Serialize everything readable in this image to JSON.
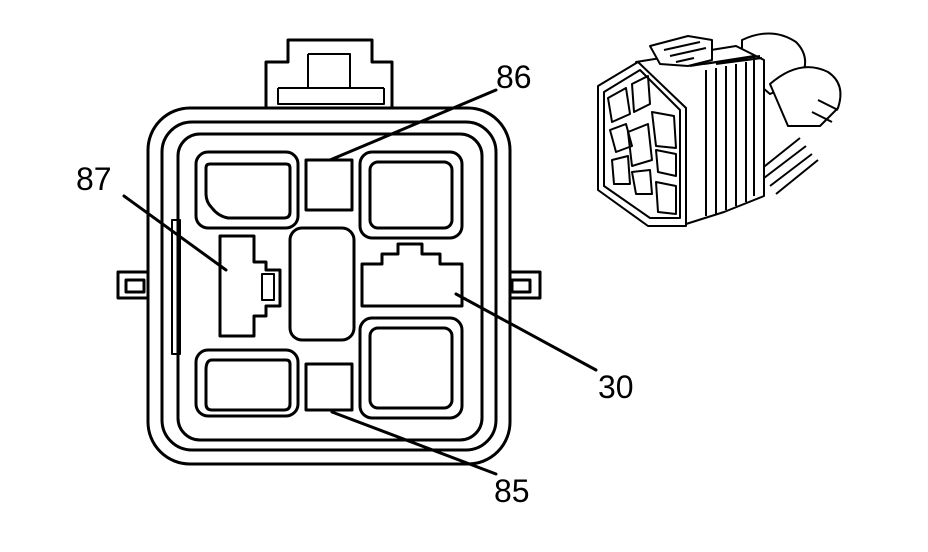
{
  "terminal_labels": {
    "t86": "86",
    "t87": "87",
    "t30": "30",
    "t85": "85"
  },
  "colors": {
    "line": "#000000",
    "background": "#ffffff"
  }
}
